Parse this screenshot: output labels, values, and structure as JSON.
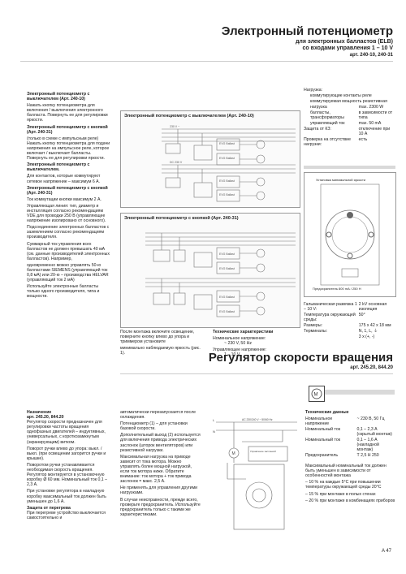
{
  "header": {
    "title": "Электронный потенциометр",
    "subtitle1": "для электронных балластов (ELB)",
    "subtitle2": "со входами управления 1 – 10 V",
    "articles": "арт. 240-10, 240-31"
  },
  "left_col": {
    "h1": "Электронный потенциометр с выключателем (Арт. 240-10)",
    "p1": "Нажать кнопку потенциометра для включения / выключения электронного балласта. Повернуть ее для регулировки яркости.",
    "h2": "Электронный потенциометр с кнопкой (Арт. 240-31)",
    "p2": "(только в схеме с импульсным реле) Нажать кнопку потенциометра для подачи напряжения на импульсное реле, которое включает / выключает балласты. Повернуть ее для регулировки яркости.",
    "h3": "Электронный потенциометр с выключателем.",
    "p3": "Для контактов, которые коммутируют сетевое напряжение – максимум 6 А.",
    "h4": "Электронный потенциометр с кнопкой (Арт. 240-31)",
    "p4": "Ток коммутации кнопки максимум 2 А.",
    "p5": "Управляющая линия: тип, диаметр и инсталляция согласно рекомендациям VDE для проводки 250 В (управляющее напряжение изолировано от основного).",
    "p6": "Подсоединение электронных балластов с заземлением согласно рекомендациям производителя.",
    "p7": "Суммарный ток управления всех балластов не должен превышать 40 мА (см. данные производителей электронных балластов). Например,",
    "p8": "одновременно можно управлять 50-ю балластами SIEMENS (управляющий ток 0,8 мА) или 20-ю – производства HELVAR (управляющий ток 2 мА)",
    "p9": "Используйте электронные балласты только одного производителя, типа и мощности."
  },
  "diagram1": {
    "title": "Электронный потенциометр с выключателем (Арт. 240-10)",
    "ballast": "EVG Ballast",
    "mains1": "230 V ~",
    "mains2": "DC 230 V"
  },
  "diagram2": {
    "title": "Электронный потенциометр с кнопкой (Арт. 240-31)",
    "ballast": "EVG Ballast"
  },
  "right_specs": {
    "load_label": "Нагрузка:",
    "load1": "коммутирующие контакты реле",
    "load2": "коммутируемая мощность резистивная",
    "load2_k": "нагрузка",
    "load2_v": "max. 2300 W",
    "load3": "балласты, трансформаторы",
    "load3_v": "в зависимости от типа",
    "ctrl_k": "управляющий ток",
    "ctrl_v": "max. 50 mA",
    "sc_k": "Защита от КЗ:",
    "sc_v": "отключение при 10 А",
    "check_k": "Проверка на отсутствие нагрузки:",
    "check_v": "есть",
    "galv_k": "Гальваническая развязка 1 – 10 V:",
    "galv_v": "2 kV основная изоляция",
    "temp_k": "Температура окружающей среды:",
    "temp_v": "50°",
    "dim_k": "Размеры:",
    "dim_v": "175 x 42 x 18 мм",
    "term_k": "Терминалы:",
    "term_v": "N, 1, L, ⏚",
    "term_v2": "3 x (+, -)"
  },
  "device_labels": {
    "top": "Установка минимальной яркости",
    "bottom": "Предохранитель 800 mA / 250 Н"
  },
  "bottom_mid": {
    "p1": "После монтажа включите освещение, поверните кнопку влево до упора и триммером установите",
    "p2": "минимально наблюдаемую яркость (рис. 1)."
  },
  "tech1": {
    "title": "Технические характеристики",
    "k1": "Номинальное напряжение:",
    "v1": "~ 230 V, 50 Hz",
    "k2": "Управляющее напряжение:",
    "v2": "1 – 10 V"
  },
  "section2": {
    "title": "Регулятор скорости вращения",
    "articles": "арт. 245.20, 844.20"
  },
  "s2_left": {
    "h1": "Назначение",
    "h1b": "арт. 245.20, 844.20",
    "p1": "Регулятор скорости предназначен для регулировки частоты вращения однофазных двигателей – индуктивных, универсальных, с короткозамкнутым (экранирующим) витком.",
    "p2": "Поворот ручки влево до упора: выкл. / выкл. (при освещении загорится ручки и крышке).",
    "p3": "Поворотом ручки устанавливается необходимая скорость вращения. Регулятор монтируется в установочную коробку Ø 60 мм. Номинальный ток 0,1 – 2,3 А.",
    "p4": "При установке регулятора в накладную коробку максимальный ток должен быть уменьшен до 1,6 А.",
    "h2": "Защита от перегрева",
    "p5": "При перегреве устройство выключается самостоятельно и"
  },
  "s2_mid": {
    "p1": "автоматически перезапускается после охлаждения.",
    "p2": "Потенциометр (1) – для установки базовой скорости.",
    "p3": "Дополнительный выход (2) используется для включения привода электрических заслонок (шторок вентиляторов) или резистивной нагрузки.",
    "p4": "Максимальная нагрузка на приводе зависит от тока мотора. Можно управлять более мощной нагрузкой, если ток мотора ниже. Обратите внимание: ток мотора + ток привода заслонок = макс. 2,5 А.",
    "p5": "Не применять для управления другими нагрузками.",
    "p6": "В случае неисправности, прежде всего, проверьте предохранитель. Используйте предохранитель только с такими же характеристиками."
  },
  "s2_diagram": {
    "mains": "AC 230/240 V ~ 50/60 Hz",
    "label": "Управление заслонкой"
  },
  "s2_tech": {
    "title": "Технические данные",
    "k1": "Номинальное напряжение",
    "v1": "~ 230 В, 50 Гц",
    "k2": "Номинальный ток",
    "v2": "0,1 – 2,3 А",
    "v2b": "(скрытый монтаж)",
    "k3": "Номинальный ток",
    "v3": "0,1 – 1,6 А",
    "v3b": "(накладной монтаж)",
    "k4": "Предохранитель",
    "v4": "Т 2,5 Н 250",
    "p1": "Максимальный номинальный ток должен быть уменьшен в зависимости от особенностей монтажа",
    "l1": "– 10 % на каждые 5°С при повышении температуры окружающей среды 20°С",
    "l2": "– 15 % при монтаже в полых стенах",
    "l3": "– 20 % при монтаже в комбинациях приборов"
  },
  "footer": {
    "page": "A 47"
  },
  "colors": {
    "accent_bar": "#d9d9d9",
    "text": "#222222"
  }
}
